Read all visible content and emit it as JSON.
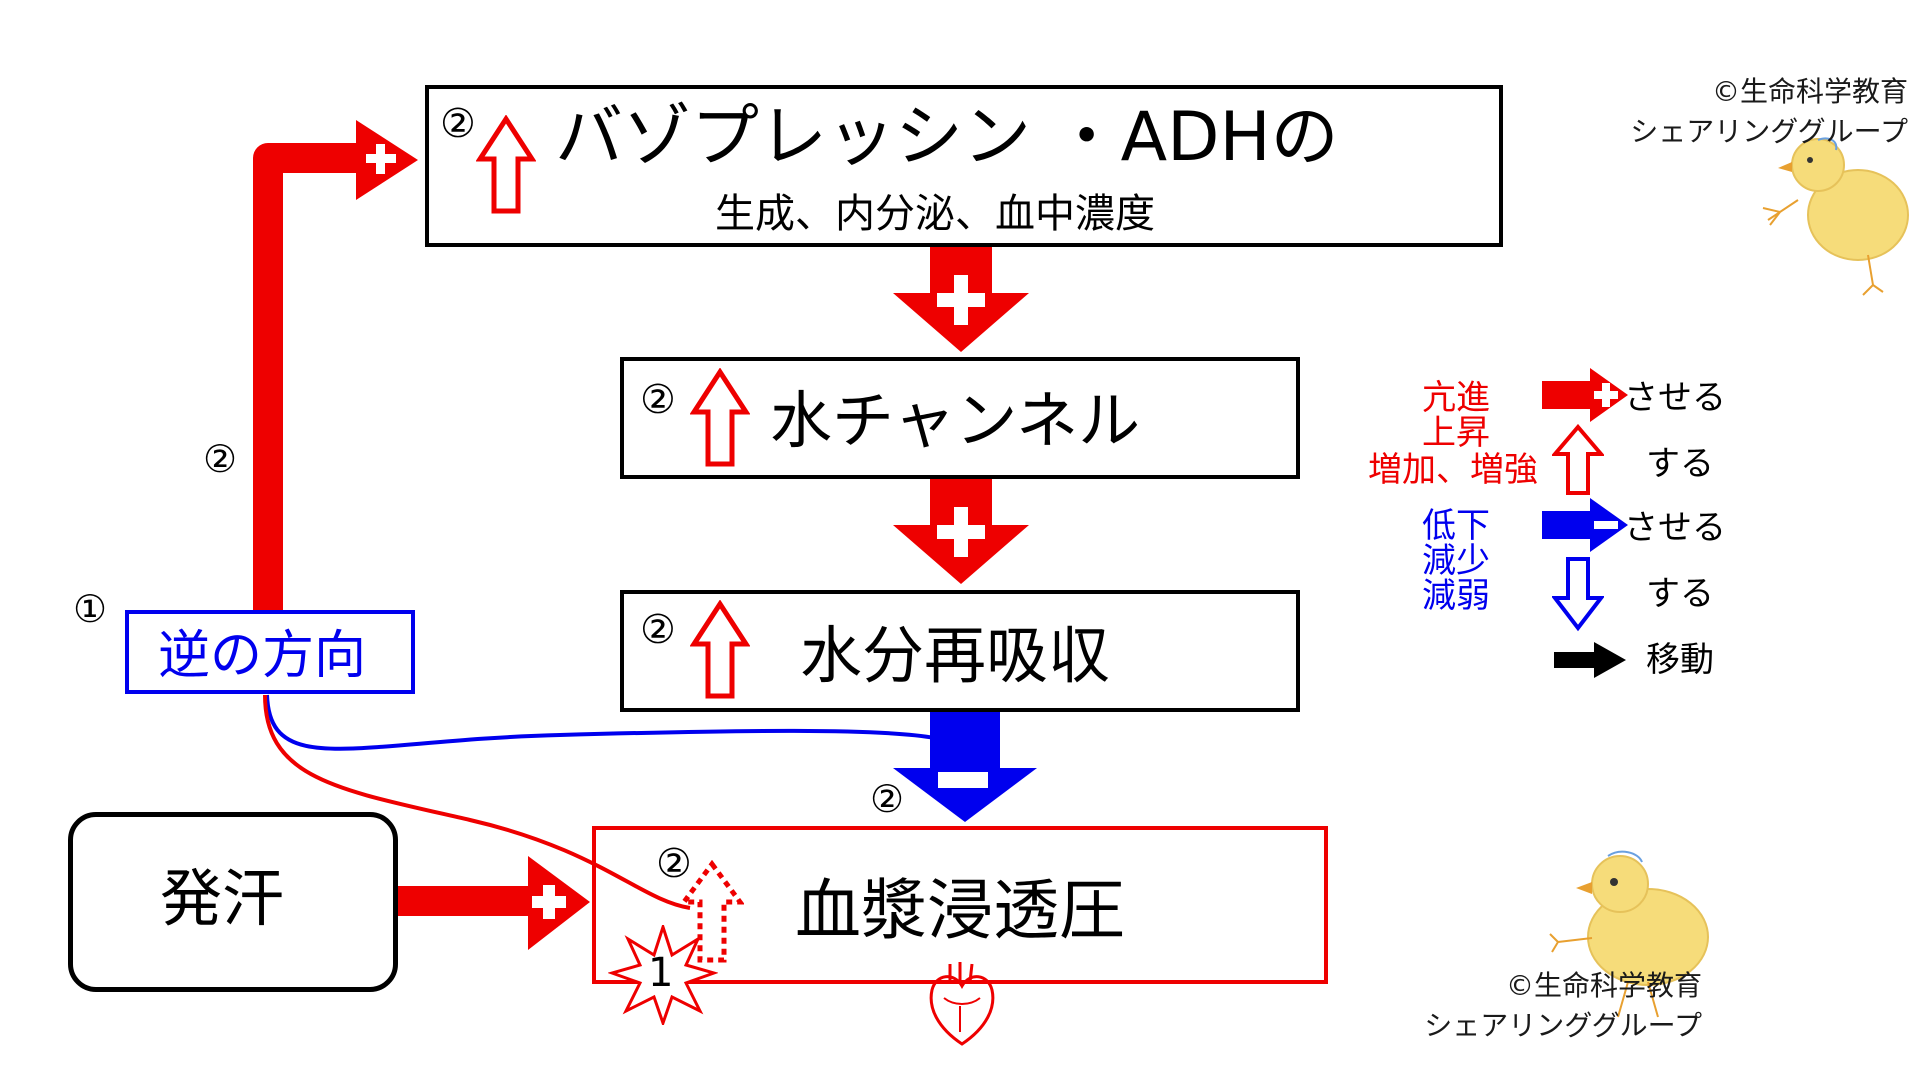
{
  "colors": {
    "red": "#ee0000",
    "blue": "#0000ee",
    "black": "#000000"
  },
  "boxes": {
    "vasopressin": {
      "title": "バゾプレッシン ・ADHの",
      "subtitle": "生成、内分泌、血中濃度",
      "marker": "②"
    },
    "aquaporin": {
      "label": "水チャンネル",
      "marker": "②"
    },
    "reabsorption": {
      "label": "水分再吸収",
      "marker": "②"
    },
    "osmolality": {
      "label": "血漿浸透圧",
      "marker": "②",
      "burst_number": "1"
    },
    "sweating": {
      "label": "発汗"
    },
    "reverse": {
      "label": "逆の方向",
      "marker": "①"
    }
  },
  "side_markers": {
    "left_path": "②",
    "negative_arrow": "②"
  },
  "legend": {
    "enhance_words": [
      "亢進",
      "上昇",
      "増加、増強"
    ],
    "reduce_words": [
      "低下",
      "減少",
      "減弱"
    ],
    "make": "させる",
    "do": "する",
    "move": "移動"
  },
  "credits": {
    "top": [
      "©生命科学教育",
      "シェアリンググループ"
    ],
    "bottom": [
      "©生命科学教育",
      "シェアリンググループ"
    ]
  },
  "icons": [
    "plus-arrow-icon",
    "minus-arrow-icon",
    "up-outline-arrow-icon",
    "down-outline-arrow-icon",
    "black-arrow-icon",
    "heart-icon",
    "chick-icon",
    "burst-icon"
  ]
}
